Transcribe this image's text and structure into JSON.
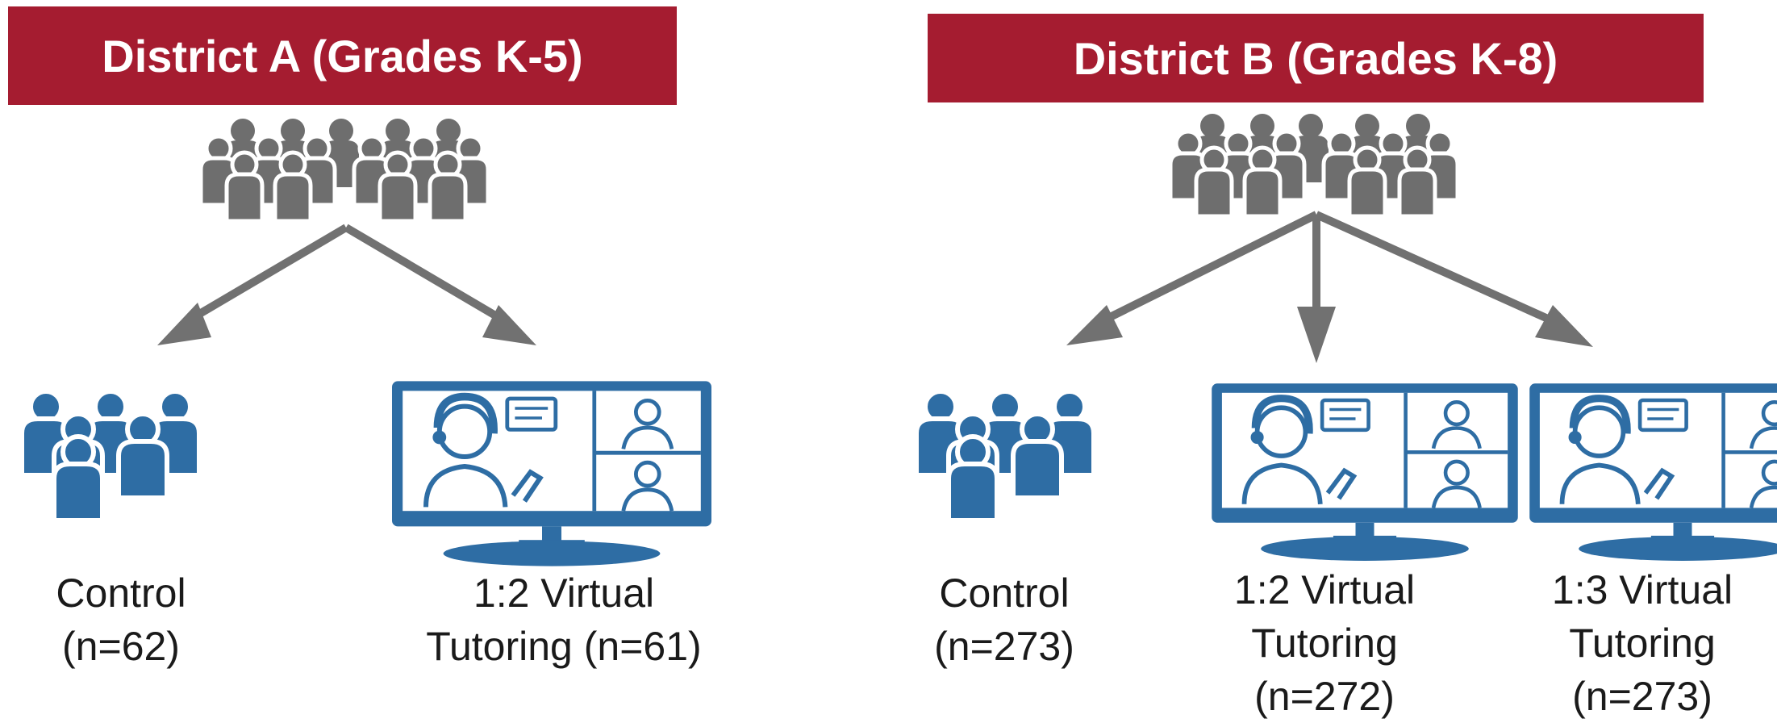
{
  "district_a": {
    "title": "District A (Grades K-5)",
    "groups": [
      {
        "lines": [
          "Control",
          "(n=62)"
        ],
        "icon": "group-people-icon"
      },
      {
        "lines": [
          "1:2 Virtual",
          "Tutoring (n=61)"
        ],
        "icon": "virtual-tutoring-monitor-icon"
      }
    ]
  },
  "district_b": {
    "title": "District B (Grades K-8)",
    "groups": [
      {
        "lines": [
          "Control",
          "(n=273)"
        ],
        "icon": "group-people-icon"
      },
      {
        "lines": [
          "1:2 Virtual",
          "Tutoring",
          "(n=272)"
        ],
        "icon": "virtual-tutoring-monitor-icon"
      },
      {
        "lines": [
          "1:3 Virtual",
          "Tutoring",
          "(n=273)"
        ],
        "icon": "virtual-tutoring-monitor-icon"
      }
    ]
  },
  "colors": {
    "banner": "#a51c30",
    "banner_text": "#ffffff",
    "population_icon": "#6e6e6e",
    "arrow": "#717171",
    "group_icon": "#2e6da4"
  }
}
